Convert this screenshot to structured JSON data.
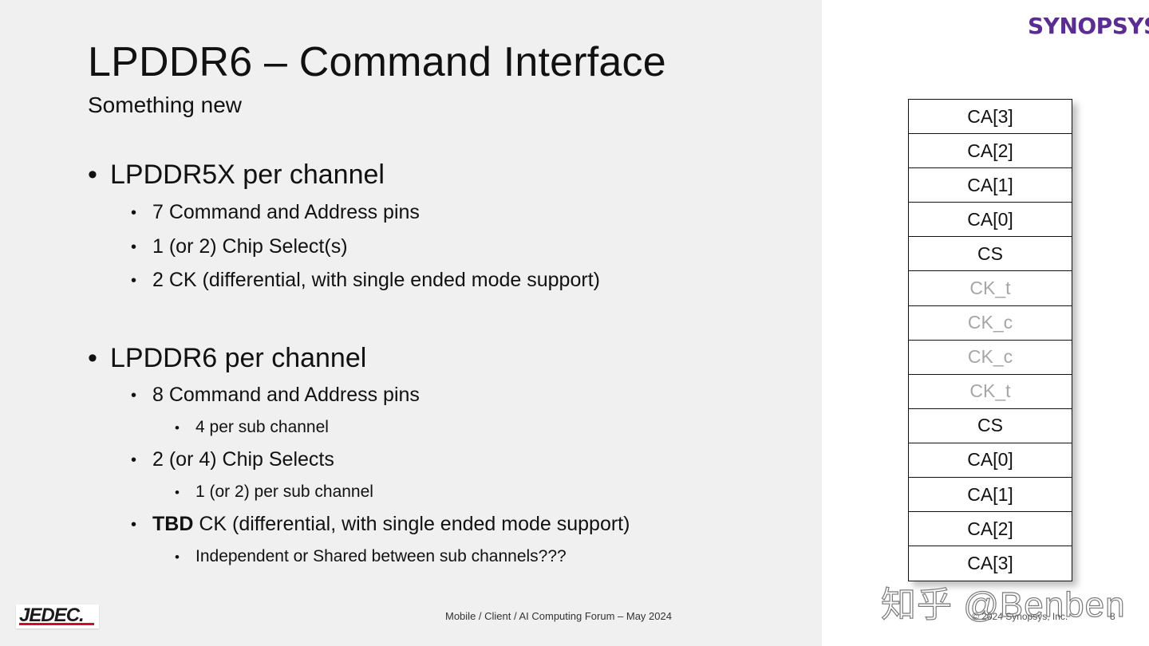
{
  "slide": {
    "title": "LPDDR6 – Command Interface",
    "subtitle": "Something new",
    "bullets": {
      "b1": "LPDDR5X per channel",
      "b1_1": "7 Command and Address pins",
      "b1_2": "1 (or 2) Chip Select(s)",
      "b1_3": "2 CK (differential, with single ended mode support)",
      "b2": "LPDDR6 per channel",
      "b2_1": "8 Command and Address pins",
      "b2_1_1": "4 per sub channel",
      "b2_2": "2 (or 4) Chip Selects",
      "b2_2_1": "1 (or 2) per sub channel",
      "b2_3_bold": "TBD",
      "b2_3_rest": " CK (differential, with single ended mode support)",
      "b2_3_1": "Independent or Shared between sub channels???"
    },
    "bullet_glyph": "•"
  },
  "pins": [
    {
      "label": "CA[3]",
      "dim": false
    },
    {
      "label": "CA[2]",
      "dim": false
    },
    {
      "label": "CA[1]",
      "dim": false
    },
    {
      "label": "CA[0]",
      "dim": false
    },
    {
      "label": "CS",
      "dim": false
    },
    {
      "label": "CK_t",
      "dim": true
    },
    {
      "label": "CK_c",
      "dim": true
    },
    {
      "label": "CK_c",
      "dim": true
    },
    {
      "label": "CK_t",
      "dim": true
    },
    {
      "label": "CS",
      "dim": false
    },
    {
      "label": "CA[0]",
      "dim": false
    },
    {
      "label": "CA[1]",
      "dim": false
    },
    {
      "label": "CA[2]",
      "dim": false
    },
    {
      "label": "CA[3]",
      "dim": false
    }
  ],
  "footer": {
    "event": "Mobile / Client / AI Computing Forum – May 2024",
    "jedec_logo": "JEDEC.",
    "brand": "SYNOPSYS",
    "brand_mark": "®",
    "copyright": "© 2024 Synopsys, Inc.",
    "page_number": "8",
    "watermark": "知乎 @Benben"
  },
  "colors": {
    "brand_purple": "#5c2d91",
    "jedec_red": "#c8102e",
    "dim_text": "#a6a6a6",
    "left_panel_bg": "#f0f0f0"
  }
}
